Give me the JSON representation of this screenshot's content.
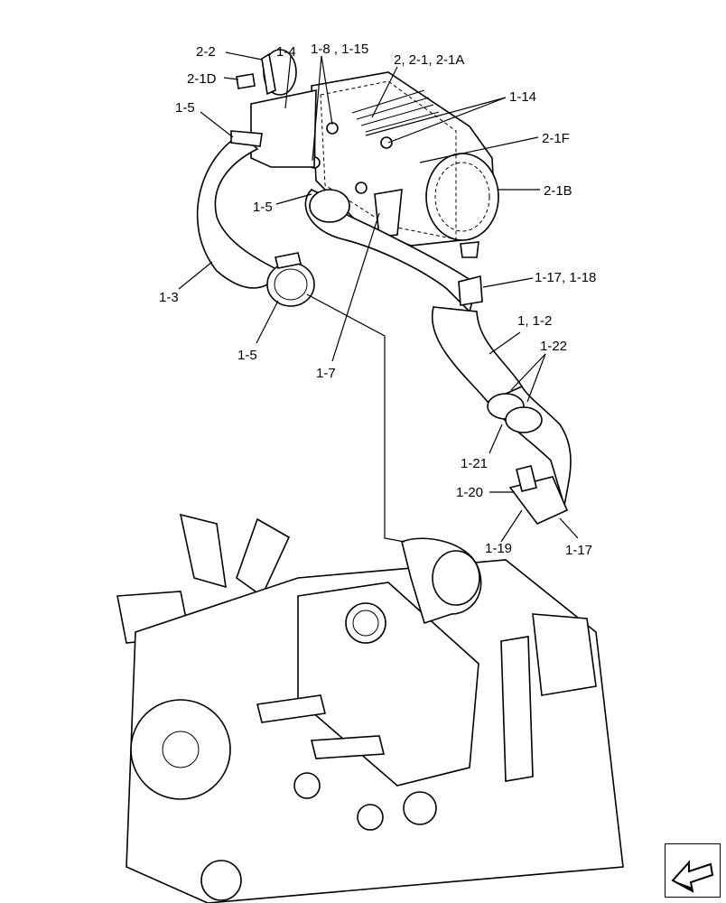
{
  "callouts": {
    "c2_2": "2-2",
    "c1_4": "1-4",
    "c1_8_15": "1-8 , 1-15",
    "c2_2_1_2_1a": "2, 2-1, 2-1A",
    "c2_1d": "2-1D",
    "c1_5_top": "1-5",
    "c1_14": "1-14",
    "c2_1f": "2-1F",
    "c2_1b": "2-1B",
    "c1_5_mid": "1-5",
    "c1_3": "1-3",
    "c1_17_18": "1-17, 1-18",
    "c1_1_2": "1, 1-2",
    "c1_22": "1-22",
    "c1_5_low": "1-5",
    "c1_7": "1-7",
    "c1_21": "1-21",
    "c1_20": "1-20",
    "c1_19": "1-19",
    "c1_17_low": "1-17"
  },
  "icons": {
    "nav": "arrow-back-icon"
  }
}
